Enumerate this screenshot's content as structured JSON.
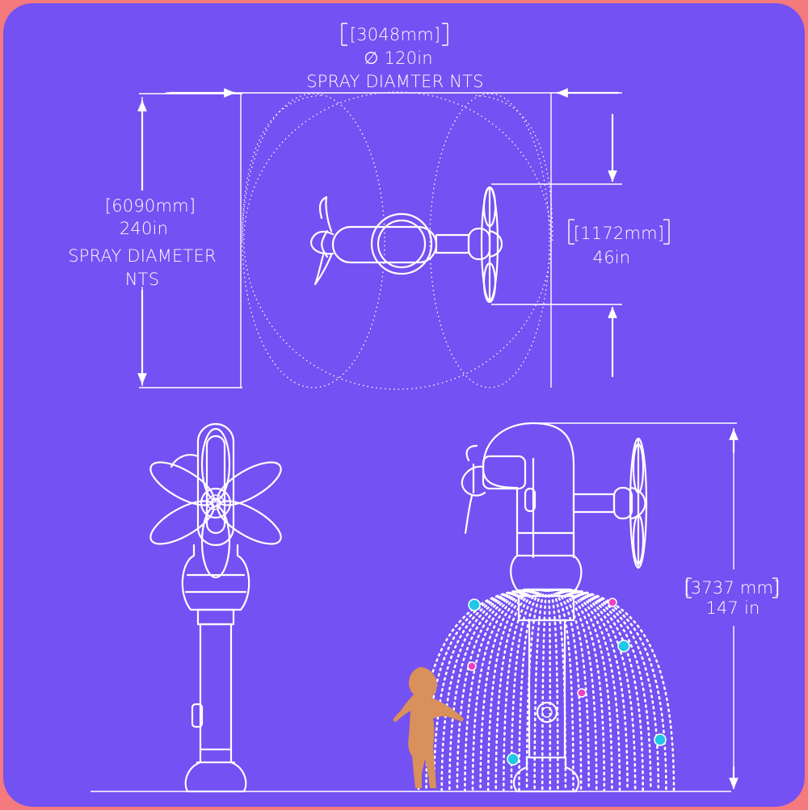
{
  "colors": {
    "frame": "#f47a7e",
    "background": "#7351f2",
    "line": "#ffffff",
    "child_silhouette": "#d9905a",
    "droplet_cyan": "#1ec8e6",
    "droplet_magenta": "#ee3fc8"
  },
  "dimensions": {
    "spray_diameter_width": {
      "mm": "[3048mm]",
      "inch": "∅ 120in",
      "note": "SPRAY DIAMTER NTS"
    },
    "spray_diameter_height": {
      "mm": "[6090mm]",
      "inch": "240in",
      "note_line1": "SPRAY DIAMETER",
      "note_line2": "NTS"
    },
    "fan_spacing": {
      "mm": "[1172mm]",
      "inch": "46in"
    },
    "total_height": {
      "mm": "[3737 mm]",
      "inch": "147 in"
    }
  },
  "icons": {
    "arrow": "arrow-icon",
    "child": "child-silhouette-icon",
    "swirl": "swirl-logo-icon"
  }
}
